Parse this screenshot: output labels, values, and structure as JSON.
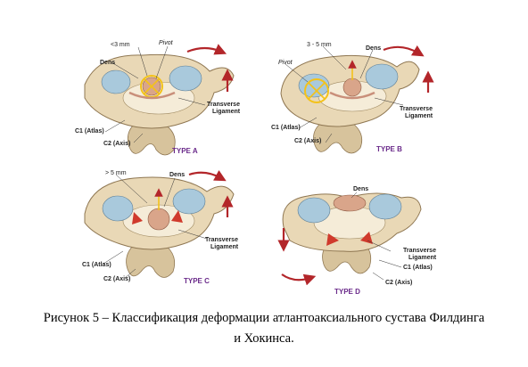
{
  "panels": {
    "a": {
      "type_label": "TYPE A",
      "labels": {
        "distance": "<3 mm",
        "pivot": "Pivot",
        "dens": "Dens",
        "transverse1": "Transverse",
        "transverse2": "Ligament",
        "c1": "C1 (Atlas)",
        "c2": "C2 (Axis)"
      }
    },
    "b": {
      "type_label": "TYPE B",
      "labels": {
        "distance": "3 - 5 mm",
        "pivot": "Pivot",
        "dens": "Dens",
        "transverse1": "Transverse",
        "transverse2": "Ligament",
        "c1": "C1 (Atlas)",
        "c2": "C2 (Axis)"
      }
    },
    "c": {
      "type_label": "TYPE C",
      "labels": {
        "distance": "> 5 mm",
        "dens": "Dens",
        "transverse1": "Transverse",
        "transverse2": "Ligament",
        "c1": "C1 (Atlas)",
        "c2": "C2 (Axis)"
      }
    },
    "d": {
      "type_label": "TYPE D",
      "labels": {
        "dens": "Dens",
        "transverse1": "Transverse",
        "transverse2": "Ligament",
        "c1": "C1 (Atlas)",
        "c2": "C2 (Axis)"
      }
    }
  },
  "caption": {
    "line1": "Рисунок 5 – Классификация деформации атлантоаксиального сустава Филдинга",
    "line2": "и Хокинса."
  },
  "colors": {
    "bone": "#e9d8b6",
    "bone_shadow": "#b8a07a",
    "cartilage": "#a9c9dc",
    "ligament": "#c98f7a",
    "pivot": "#f3c21a",
    "arrow": "#b3262a",
    "type_label": "#6a2a8a"
  }
}
